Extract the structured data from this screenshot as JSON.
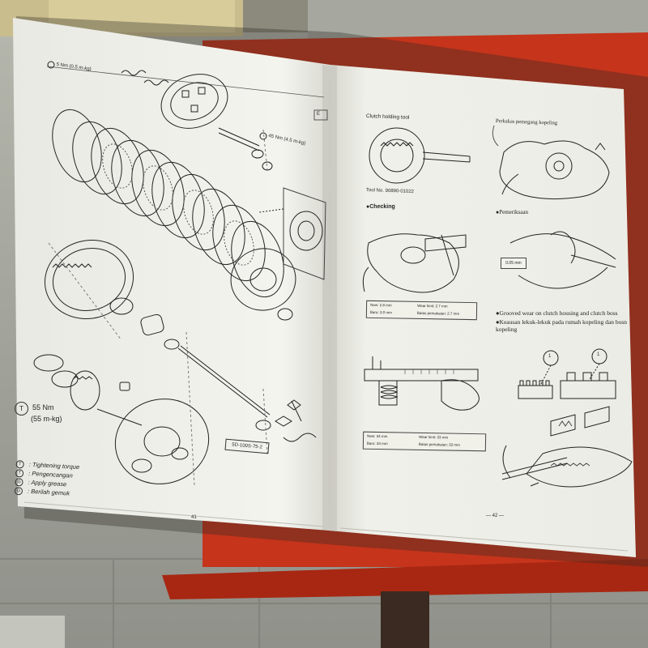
{
  "left_page": {
    "header_note": "5 Nm (0.5 m-kg)",
    "corner_badge": "E",
    "torque_spec_right": "45 Nm (4.5 m-kg)",
    "torque_label_line1": "55 Nm",
    "torque_label_line2": "(55 m-kg)",
    "torque_symbol": "T",
    "part_number_box": "5D-100S-75-2",
    "legend": [
      {
        "symbol": "T",
        "text": ": Tightening torque"
      },
      {
        "symbol": "T",
        "text": ": Pengencangan"
      },
      {
        "symbol": "G",
        "text": ": Apply grease"
      },
      {
        "symbol": "G",
        "text": ": Berilah gemuk"
      }
    ],
    "page_number": "41"
  },
  "right_page": {
    "clutch_tool_title": "Clutch holding tool",
    "tool_number": "Tool No. 90890-01022",
    "adjust_title": "Perkakas pemegang kopeling",
    "checking_heading": "Checking",
    "inspection_heading": "Pemeriksaan",
    "feeler_gauge_label": "0.05 mm",
    "spec_table_1": {
      "row1_left": "New: 2.8 mm",
      "row1_right": "Wear limit: 2.7 mm",
      "row2_left": "Baru: 3.0 mm",
      "row2_right": "Batas pemakaian: 2.7 mm"
    },
    "spec_table_2": {
      "row1_left": "New: 34 mm",
      "row1_right": "Wear limit: 33 mm",
      "row2_left": "Baru: 34 mm",
      "row2_right": "Batas pemakaian: 33 mm"
    },
    "notes": [
      "Grooved wear on clutch housing and clutch boss",
      "Keausan lekuk-lekuk pada rumah kopeling dan bosn kopeling"
    ],
    "marker_1": "1",
    "marker_2": "1",
    "page_number": "42"
  }
}
